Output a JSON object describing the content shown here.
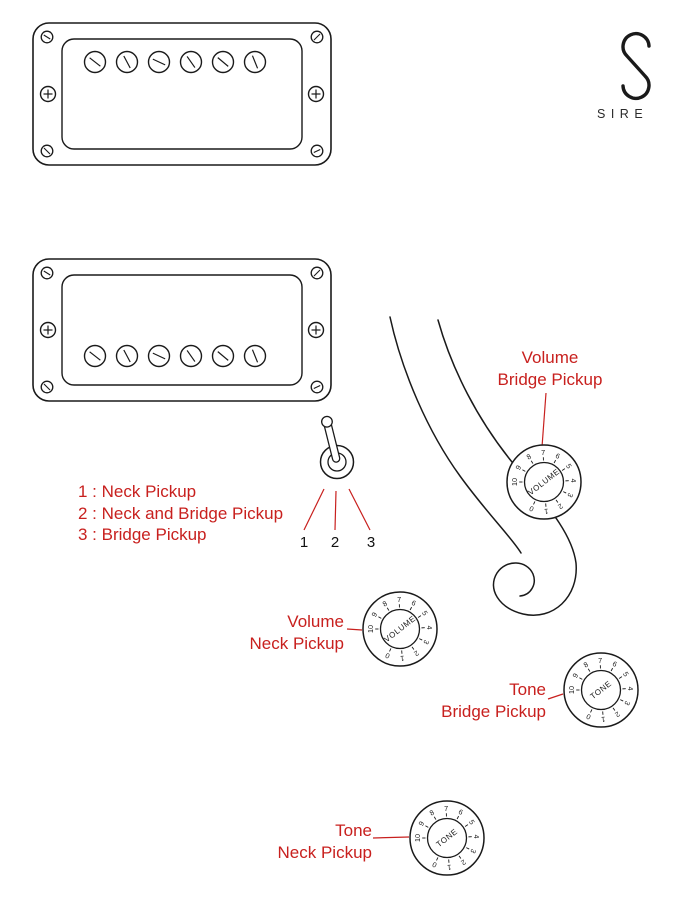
{
  "brand": {
    "logo_text": "SIRE"
  },
  "colors": {
    "label_red": "#c8201e",
    "ink": "#1a1a1a"
  },
  "selector": {
    "legend": [
      "1 : Neck Pickup",
      "2 : Neck and Bridge Pickup",
      "3 : Bridge Pickup"
    ],
    "positions": [
      "1",
      "2",
      "3"
    ]
  },
  "knobs": [
    {
      "label_lines": [
        "Volume",
        "Bridge Pickup"
      ],
      "dial_label": "VOLUME",
      "scale": [
        "0",
        "1",
        "2",
        "3",
        "4",
        "5",
        "6",
        "7",
        "8",
        "9",
        "10"
      ]
    },
    {
      "label_lines": [
        "Volume",
        "Neck Pickup"
      ],
      "dial_label": "VOLUME",
      "scale": [
        "0",
        "1",
        "2",
        "3",
        "4",
        "5",
        "6",
        "7",
        "8",
        "9",
        "10"
      ]
    },
    {
      "label_lines": [
        "Tone",
        "Bridge Pickup"
      ],
      "dial_label": "TONE",
      "scale": [
        "0",
        "1",
        "2",
        "3",
        "4",
        "5",
        "6",
        "7",
        "8",
        "9",
        "10"
      ]
    },
    {
      "label_lines": [
        "Tone",
        "Neck Pickup"
      ],
      "dial_label": "TONE",
      "scale": [
        "0",
        "1",
        "2",
        "3",
        "4",
        "5",
        "6",
        "7",
        "8",
        "9",
        "10"
      ]
    }
  ]
}
